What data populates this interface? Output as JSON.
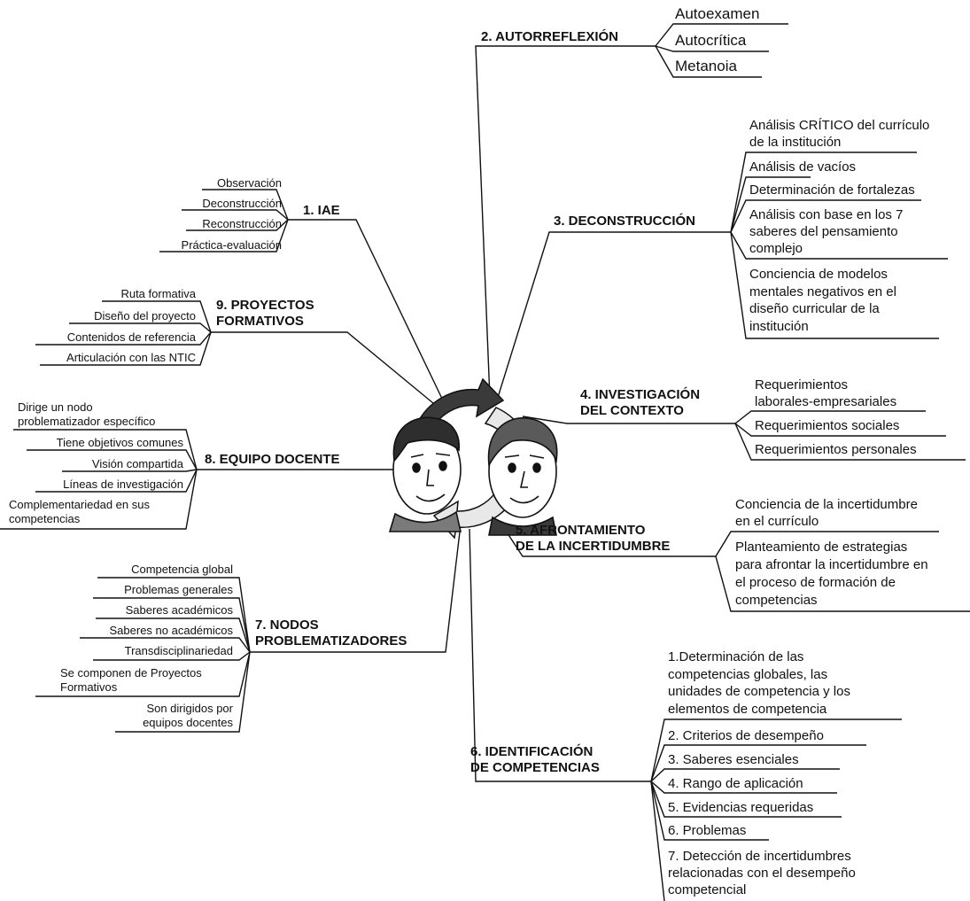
{
  "branches": {
    "b1": {
      "label": "1. IAE",
      "items": [
        "Observación",
        "Deconstrucción",
        "Reconstrucción",
        "Práctica-evaluación"
      ]
    },
    "b2": {
      "label": "2. AUTORREFLEXIÓN",
      "items": [
        "Autoexamen",
        "Autocrítica",
        "Metanoia"
      ]
    },
    "b3": {
      "label": "3. DECONSTRUCCIÓN",
      "items": [
        [
          "Análisis CRÍTICO del currículo",
          "de la institución"
        ],
        [
          "Análisis de vacíos"
        ],
        [
          "Determinación de fortalezas"
        ],
        [
          "Análisis con base en los 7",
          "saberes del  pensamiento",
          "complejo"
        ],
        [
          "Conciencia de modelos",
          "mentales negativos en el",
          "diseño curricular de la",
          "institución"
        ]
      ]
    },
    "b4": {
      "label": [
        "4. INVESTIGACIÓN",
        "DEL CONTEXTO"
      ],
      "items": [
        [
          "Requerimientos",
          "laborales-empresariales"
        ],
        [
          "Requerimientos sociales"
        ],
        [
          "Requerimientos personales"
        ]
      ]
    },
    "b5": {
      "label": [
        "5.  AFRONTAMIENTO",
        "DE LA INCERTIDUMBRE"
      ],
      "items": [
        [
          "Conciencia de la incertidumbre",
          "en el currículo"
        ],
        [
          "Planteamiento de estrategias",
          "para afrontar la incertidumbre en",
          "el proceso de formación de",
          "competencias"
        ]
      ]
    },
    "b6": {
      "label": [
        "6. IDENTIFICACIÓN",
        "DE COMPETENCIAS"
      ],
      "items": [
        [
          "1.Determinación de las",
          "competencias globales, las",
          "unidades de competencia y los",
          "elementos de competencia"
        ],
        [
          "2. Criterios de desempeño"
        ],
        [
          "3. Saberes esenciales"
        ],
        [
          "4. Rango de aplicación"
        ],
        [
          "5. Evidencias requeridas"
        ],
        [
          "6. Problemas"
        ],
        [
          "7. Detección de incertidumbres",
          "relacionadas con el desempeño",
          "competencial"
        ]
      ]
    },
    "b7": {
      "label": [
        "7. NODOS",
        "PROBLEMATIZADORES"
      ],
      "items": [
        [
          "Competencia global"
        ],
        [
          "Problemas generales"
        ],
        [
          "Saberes académicos"
        ],
        [
          "Saberes no académicos"
        ],
        [
          "Transdisciplinariedad"
        ],
        [
          "Se componen de Proyectos",
          "Formativos"
        ],
        [
          "Son dirigidos por",
          "equipos docentes"
        ]
      ]
    },
    "b8": {
      "label": "8. EQUIPO DOCENTE",
      "items": [
        [
          "Dirige un nodo",
          "problematizador específico"
        ],
        [
          "Tiene objetivos comunes"
        ],
        [
          "Visión compartida"
        ],
        [
          "Líneas de investigación"
        ],
        [
          "Complementariedad en sus",
          "competencias"
        ]
      ]
    },
    "b9": {
      "label": [
        "9. PROYECTOS",
        "FORMATIVOS"
      ],
      "items": [
        "Ruta formativa",
        "Diseño del proyecto",
        "Contenidos de referencia",
        "Articulación con las NTIC"
      ]
    }
  }
}
